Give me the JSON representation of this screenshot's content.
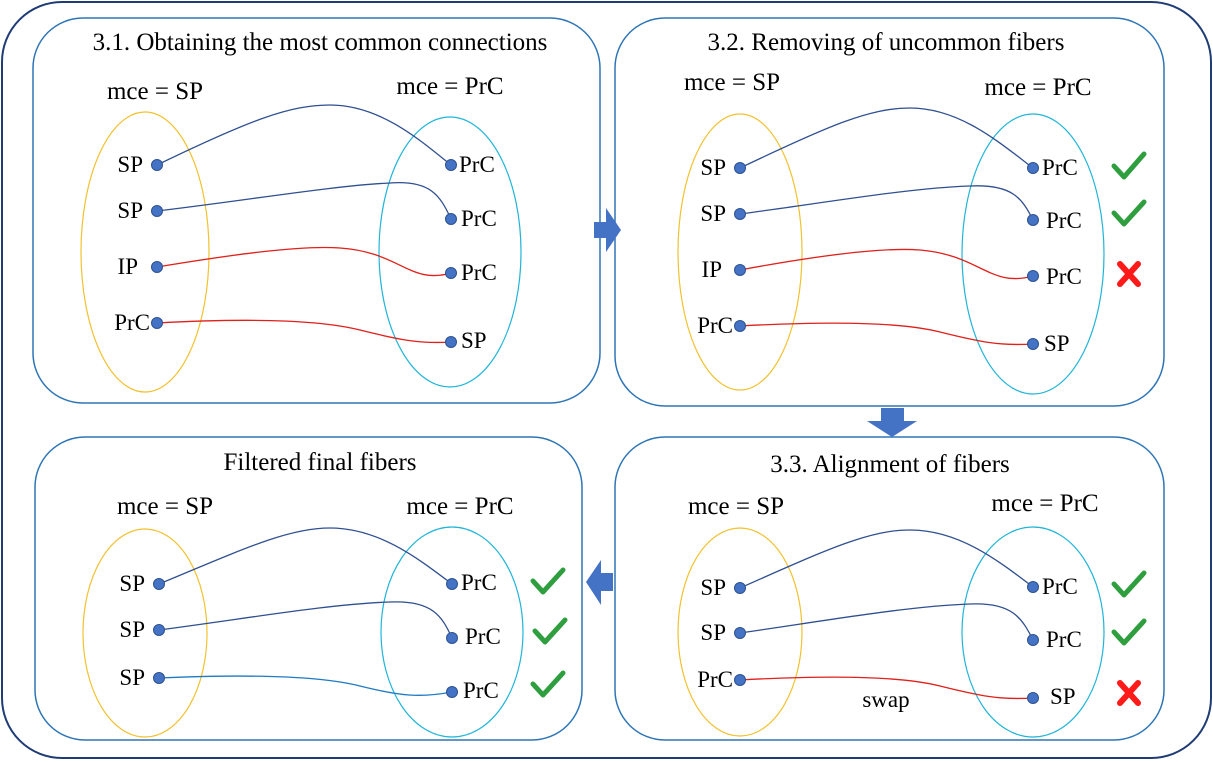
{
  "colors": {
    "outer_frame": "#1f3c74",
    "panel_border": "#2e75b6",
    "left_group": "#f2c12e",
    "right_group": "#1fb5d8",
    "node": "#4472c4",
    "node_stroke": "#2f528f",
    "fiber_common": "#2f4f8f",
    "fiber_uncommon": "#e0201b",
    "fiber_filtered": "#1f7ac4",
    "arrow": "#4472c4",
    "check": "#2e9e3e",
    "cross": "#ff1a1a"
  },
  "panels": [
    {
      "title": "3.1. Obtaining the most common connections",
      "left_header": "mce = SP",
      "right_header": "mce = PrC",
      "left_labels": [
        "SP",
        "SP",
        "IP",
        "PrC"
      ],
      "right_labels": [
        "PrC",
        "PrC",
        "PrC",
        "SP"
      ],
      "marks": [],
      "note": ""
    },
    {
      "title": "3.2. Removing of uncommon fibers",
      "left_header": "mce = SP",
      "right_header": "mce = PrC",
      "left_labels": [
        "SP",
        "SP",
        "IP",
        "PrC"
      ],
      "right_labels": [
        "PrC",
        "PrC",
        "PrC",
        "SP"
      ],
      "marks": [
        "check",
        "check",
        "cross"
      ],
      "note": ""
    },
    {
      "title": "3.3. Alignment of fibers",
      "left_header": "mce = SP",
      "right_header": "mce = PrC",
      "left_labels": [
        "SP",
        "SP",
        "PrC"
      ],
      "right_labels": [
        "PrC",
        "PrC",
        "SP"
      ],
      "marks": [
        "check",
        "check",
        "cross"
      ],
      "note": "swap"
    },
    {
      "title": "Filtered final fibers",
      "left_header": "mce = SP",
      "right_header": "mce = PrC",
      "left_labels": [
        "SP",
        "SP",
        "SP"
      ],
      "right_labels": [
        "PrC",
        "PrC",
        "PrC"
      ],
      "marks": [
        "check",
        "check",
        "check"
      ],
      "note": ""
    }
  ]
}
